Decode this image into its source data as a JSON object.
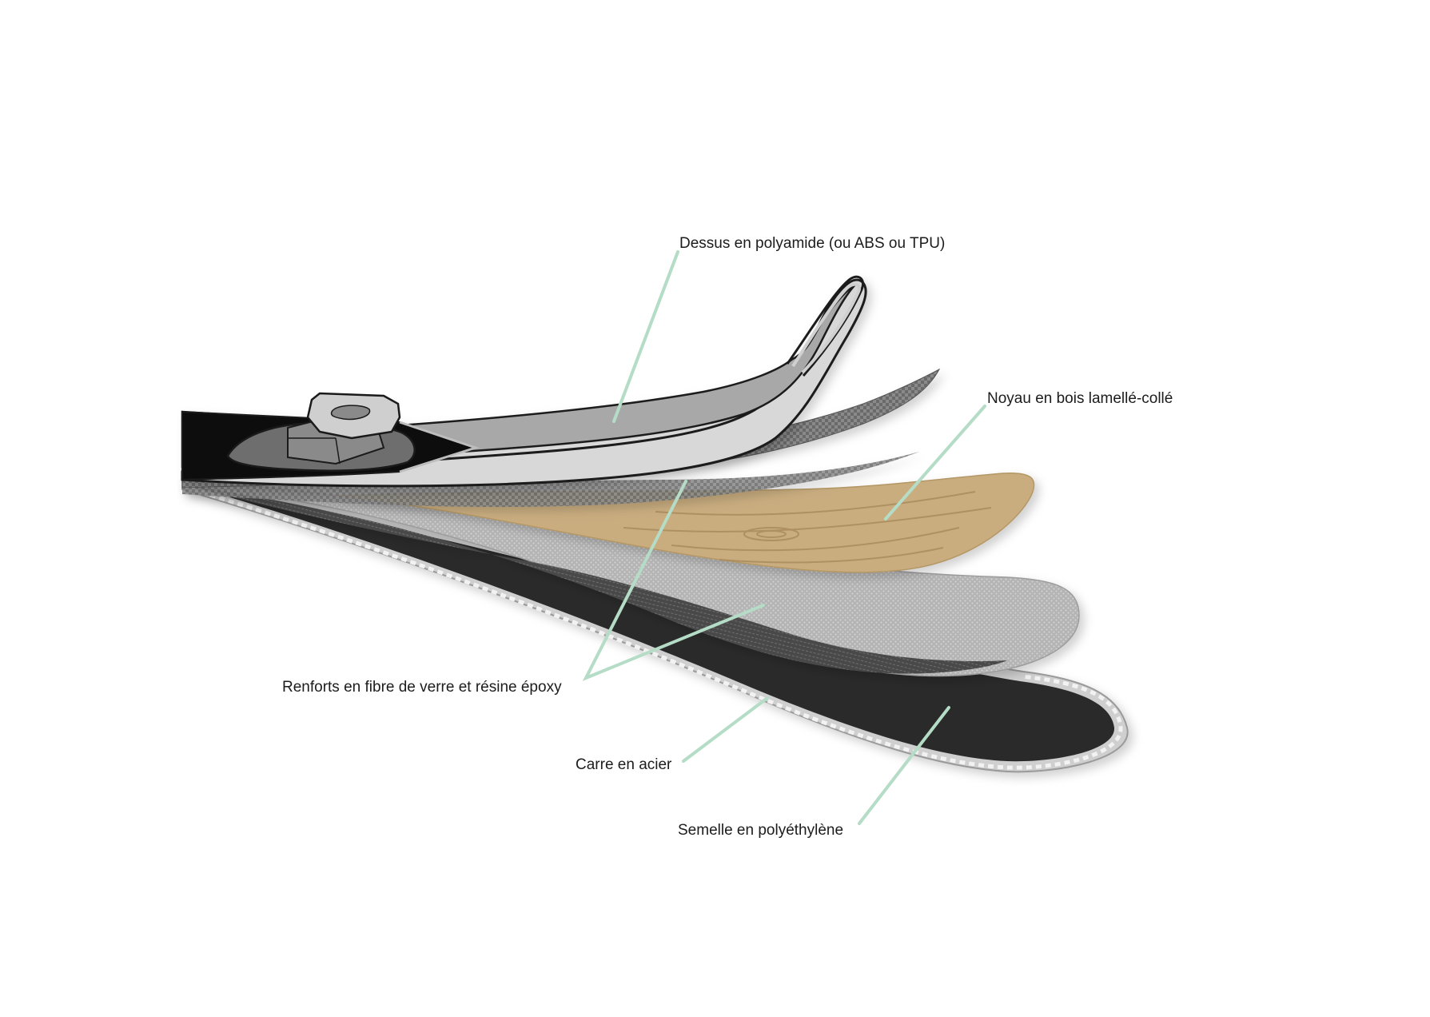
{
  "diagram": {
    "colors": {
      "leader": "#b4dcc6",
      "top_sheet": "#a8a8a8",
      "core_wood": "#c9ad7f",
      "base": "#2a2a2a",
      "edge": "#cfcfcf"
    },
    "labels": {
      "top_sheet": "Dessus en polyamide (ou ABS ou TPU)",
      "core": "Noyau en bois lamellé-collé",
      "reinforcement": "Renforts en fibre de verre et résine époxy",
      "edge": "Carre en acier",
      "base": "Semelle en polyéthylène"
    }
  }
}
